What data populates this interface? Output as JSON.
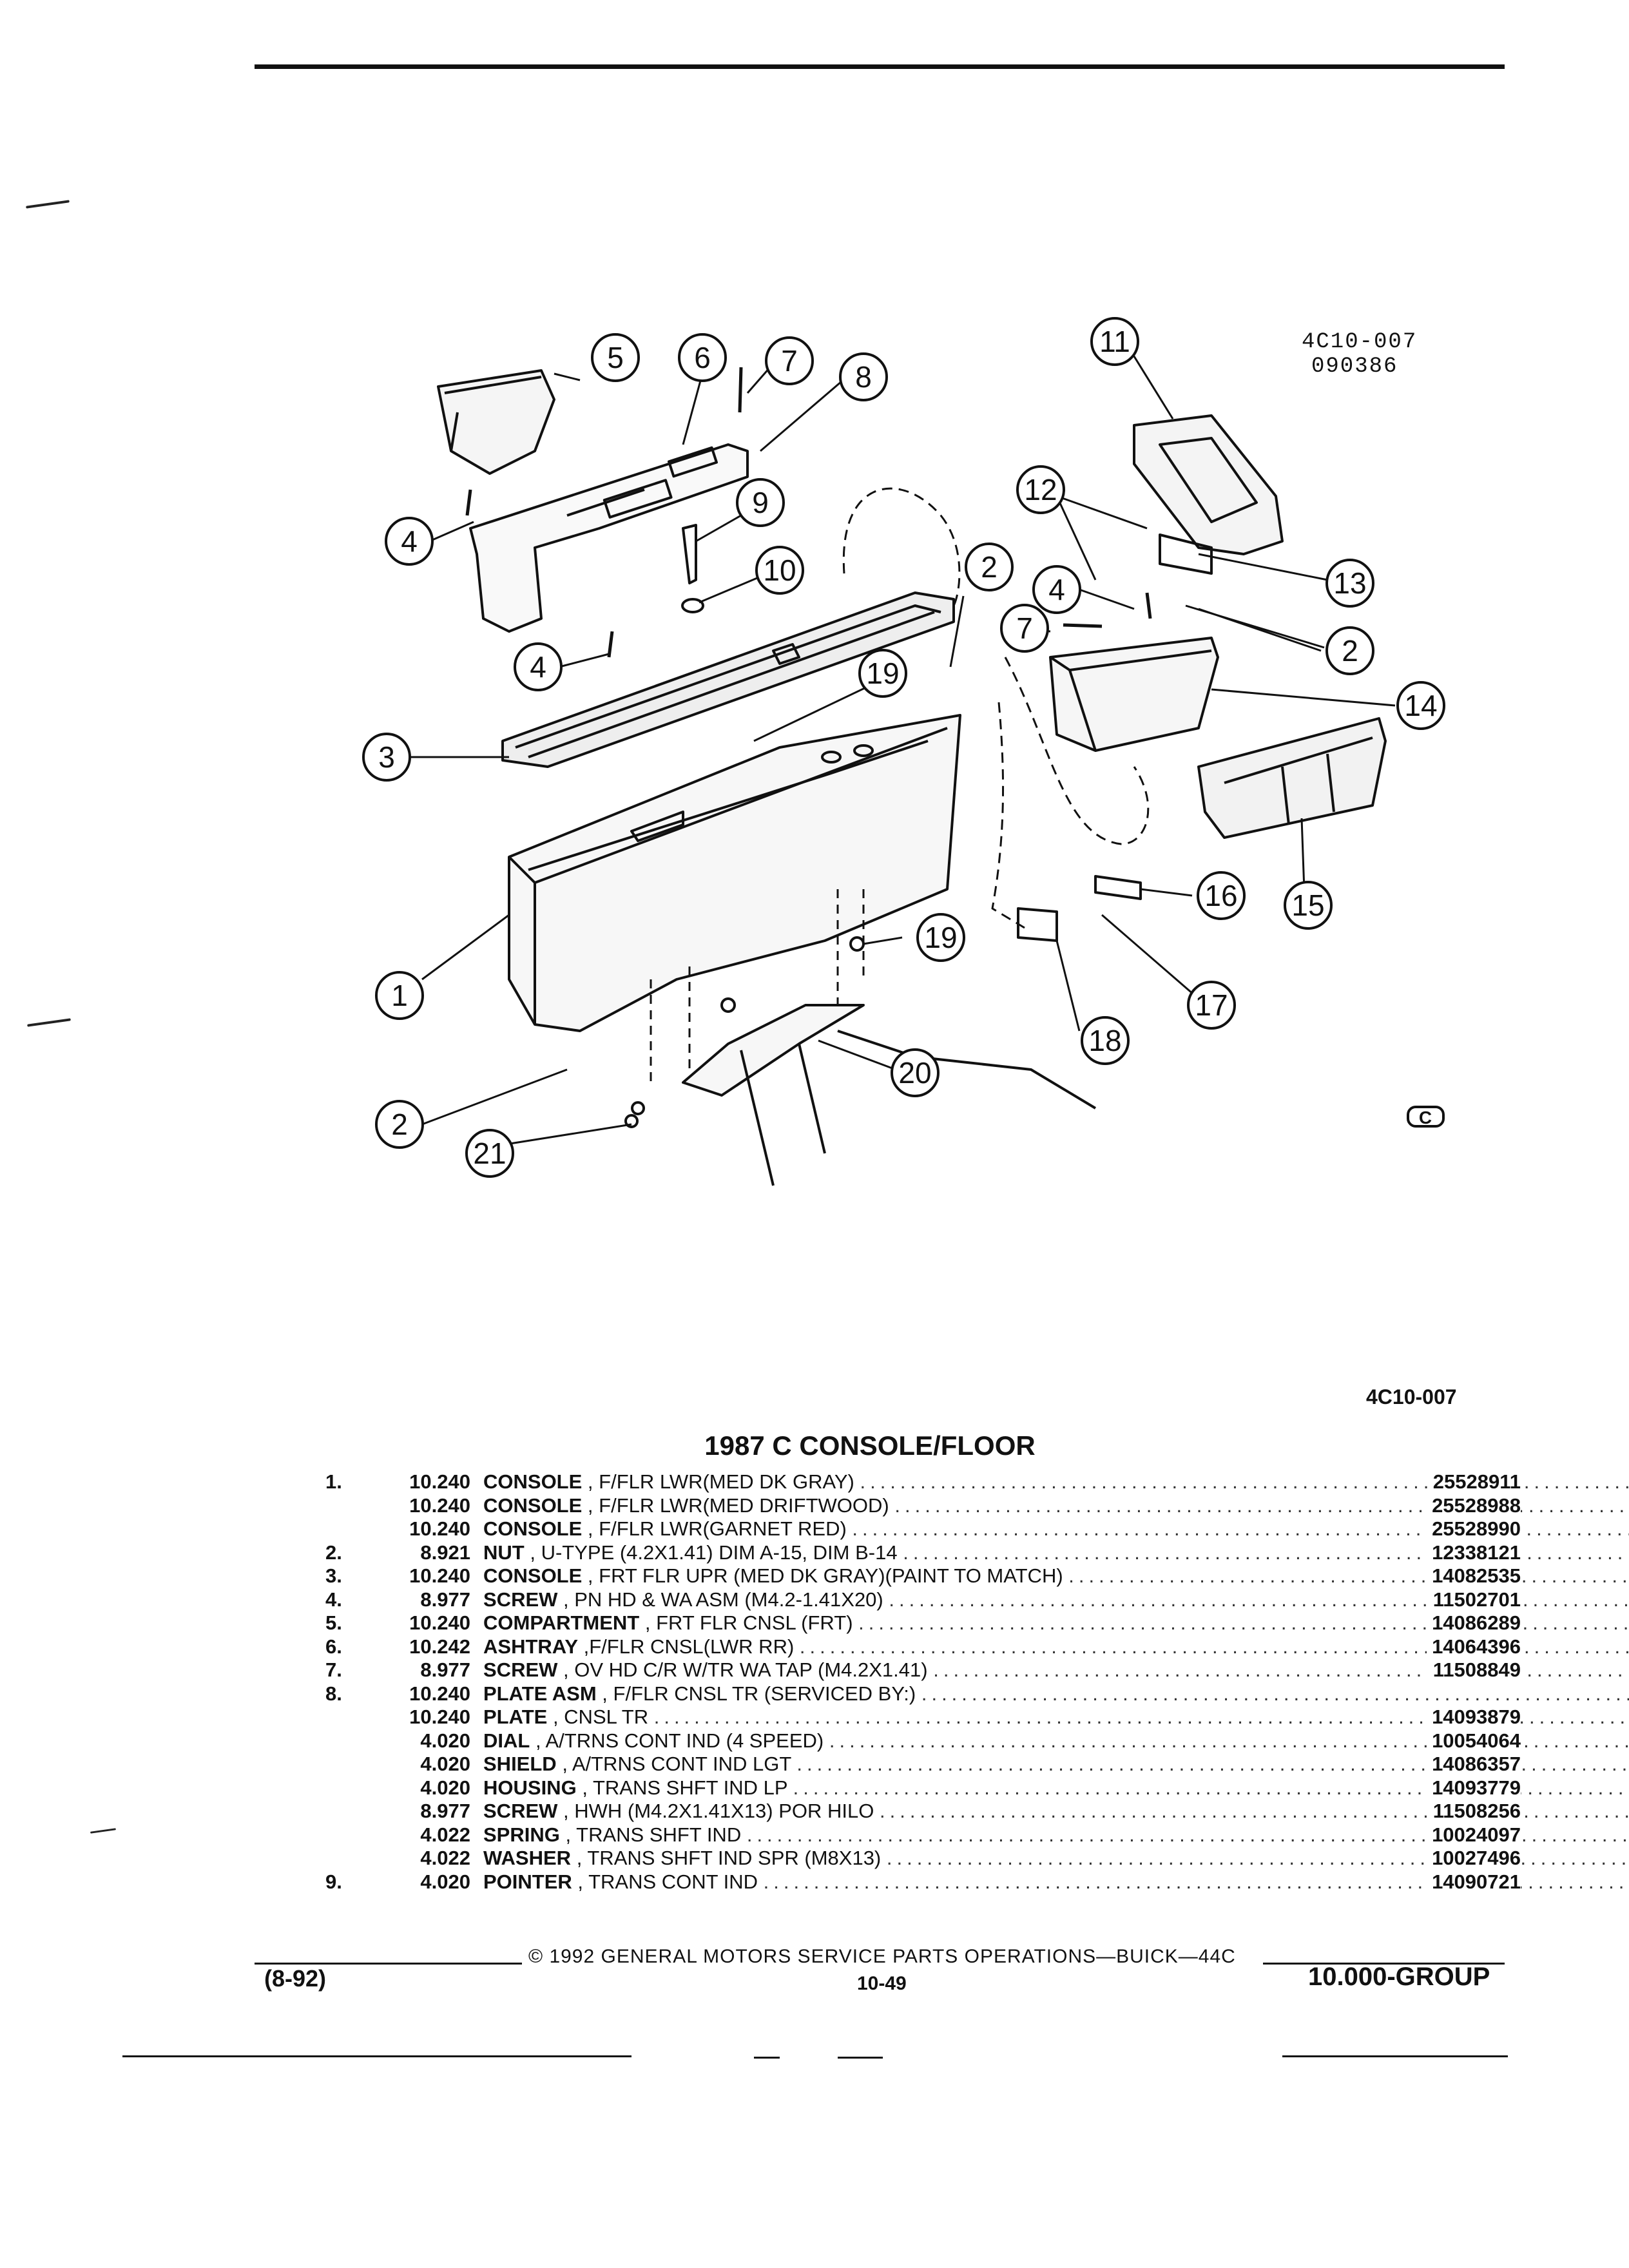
{
  "figure_ref": {
    "code": "4C10-007",
    "date_code": "090386"
  },
  "callouts": [
    "1",
    "2",
    "2",
    "2",
    "3",
    "4",
    "4",
    "4",
    "5",
    "6",
    "7",
    "7",
    "8",
    "9",
    "10",
    "11",
    "12",
    "13",
    "14",
    "15",
    "16",
    "17",
    "18",
    "19",
    "19",
    "20",
    "21"
  ],
  "logo_mark": "C",
  "figure_id": "4C10-007",
  "section_title": "1987 C CONSOLE/FLOOR",
  "parts": [
    {
      "num": "1.",
      "group": "10.240",
      "name": "CONSOLE",
      "desc": ", F/FLR LWR(MED DK GRAY)",
      "part_no": "25528911"
    },
    {
      "num": "",
      "group": "10.240",
      "name": "CONSOLE",
      "desc": ", F/FLR LWR(MED DRIFTWOOD)",
      "part_no": "25528988"
    },
    {
      "num": "",
      "group": "10.240",
      "name": "CONSOLE",
      "desc": ", F/FLR LWR(GARNET RED)",
      "part_no": "25528990"
    },
    {
      "num": "2.",
      "group": "8.921",
      "name": "NUT",
      "desc": ", U-TYPE (4.2X1.41) DIM A-15, DIM B-14",
      "part_no": "12338121"
    },
    {
      "num": "3.",
      "group": "10.240",
      "name": "CONSOLE",
      "desc": ", FRT FLR UPR (MED DK GRAY)(PAINT TO MATCH)",
      "part_no": "14082535"
    },
    {
      "num": "4.",
      "group": "8.977",
      "name": "SCREW",
      "desc": ", PN HD & WA ASM (M4.2-1.41X20)",
      "part_no": "11502701"
    },
    {
      "num": "5.",
      "group": "10.240",
      "name": "COMPARTMENT",
      "desc": ", FRT FLR CNSL (FRT)",
      "part_no": "14086289"
    },
    {
      "num": "6.",
      "group": "10.242",
      "name": "ASHTRAY",
      "desc": ",F/FLR CNSL(LWR RR)",
      "part_no": "14064396"
    },
    {
      "num": "7.",
      "group": "8.977",
      "name": "SCREW",
      "desc": ", OV HD C/R W/TR WA TAP (M4.2X1.41)",
      "part_no": "11508849"
    },
    {
      "num": "8.",
      "group": "10.240",
      "name": "PLATE ASM",
      "desc": ", F/FLR CNSL TR (SERVICED BY:)",
      "part_no": ""
    },
    {
      "num": "",
      "group": "10.240",
      "name": "PLATE",
      "desc": ", CNSL TR",
      "part_no": "14093879"
    },
    {
      "num": "",
      "group": "4.020",
      "name": "DIAL",
      "desc": ", A/TRNS CONT IND (4 SPEED)",
      "part_no": "10054064"
    },
    {
      "num": "",
      "group": "4.020",
      "name": "SHIELD",
      "desc": ", A/TRNS CONT IND LGT",
      "part_no": "14086357"
    },
    {
      "num": "",
      "group": "4.020",
      "name": "HOUSING",
      "desc": ", TRANS SHFT IND LP",
      "part_no": "14093779"
    },
    {
      "num": "",
      "group": "8.977",
      "name": "SCREW",
      "desc": ", HWH (M4.2X1.41X13) POR HILO",
      "part_no": "11508256"
    },
    {
      "num": "",
      "group": "4.022",
      "name": "SPRING",
      "desc": ", TRANS SHFT IND",
      "part_no": "10024097"
    },
    {
      "num": "",
      "group": "4.022",
      "name": "WASHER",
      "desc": ", TRANS SHFT IND SPR (M8X13)",
      "part_no": "10027496"
    },
    {
      "num": "9.",
      "group": "4.020",
      "name": "POINTER",
      "desc": ", TRANS CONT IND",
      "part_no": "14090721"
    }
  ],
  "footer": {
    "copyright": "© 1992 GENERAL MOTORS SERVICE PARTS OPERATIONS—BUICK—44C",
    "date": "(8-92)",
    "page": "10-49",
    "group": "10.000-GROUP"
  }
}
